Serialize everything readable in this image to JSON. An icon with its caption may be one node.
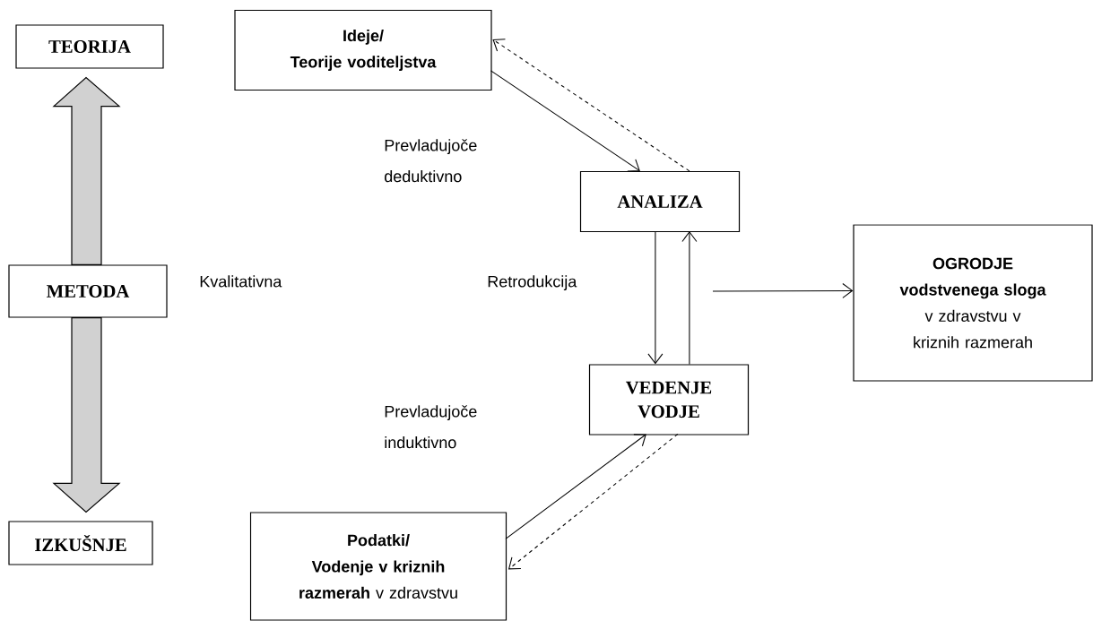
{
  "diagram": {
    "nodes": [
      {
        "text": [
          "TEORIJA"
        ]
      },
      {
        "text": [
          "METODA"
        ]
      },
      {
        "text": [
          "IZKUŠNJE"
        ]
      },
      {
        "text": [
          "Ideje/",
          "Teorije voditeljstva"
        ]
      },
      {
        "text": [
          "ANALIZA"
        ]
      },
      {
        "text": [
          "VEDENJE VODJE"
        ]
      },
      {
        "text": [
          "Podatki/",
          "**Vodenje v kriznih razmerah** v zdravstvu"
        ]
      },
      {
        "text": [
          "OGRODJE",
          "vodstvenega sloga",
          "v zdravstvu v kriznih razmerah"
        ]
      }
    ],
    "edges": [
      {
        "from": 1,
        "to": 0,
        "arrow": "to",
        "style": "thick"
      },
      {
        "from": 1,
        "to": 2,
        "arrow": "to",
        "style": "thick"
      },
      {
        "from": 3,
        "to": 4,
        "arrow": "to"
      },
      {
        "from": 4,
        "to": 3,
        "arrow": "to",
        "style": "dashed"
      },
      {
        "from": 4,
        "to": 5,
        "arrow": "to"
      },
      {
        "from": 5,
        "to": 4,
        "arrow": "to"
      },
      {
        "from": 6,
        "to": 5,
        "arrow": "to"
      },
      {
        "from": 5,
        "to": 6,
        "arrow": "to",
        "style": "dashed"
      },
      {
        "from": null,
        "to": 7,
        "arrow": "to"
      }
    ],
    "labels": [
      "Prevladujoče deduktivno",
      "Kvalitativna",
      "Retrodukcija",
      "Prevladujoče induktivno"
    ]
  }
}
